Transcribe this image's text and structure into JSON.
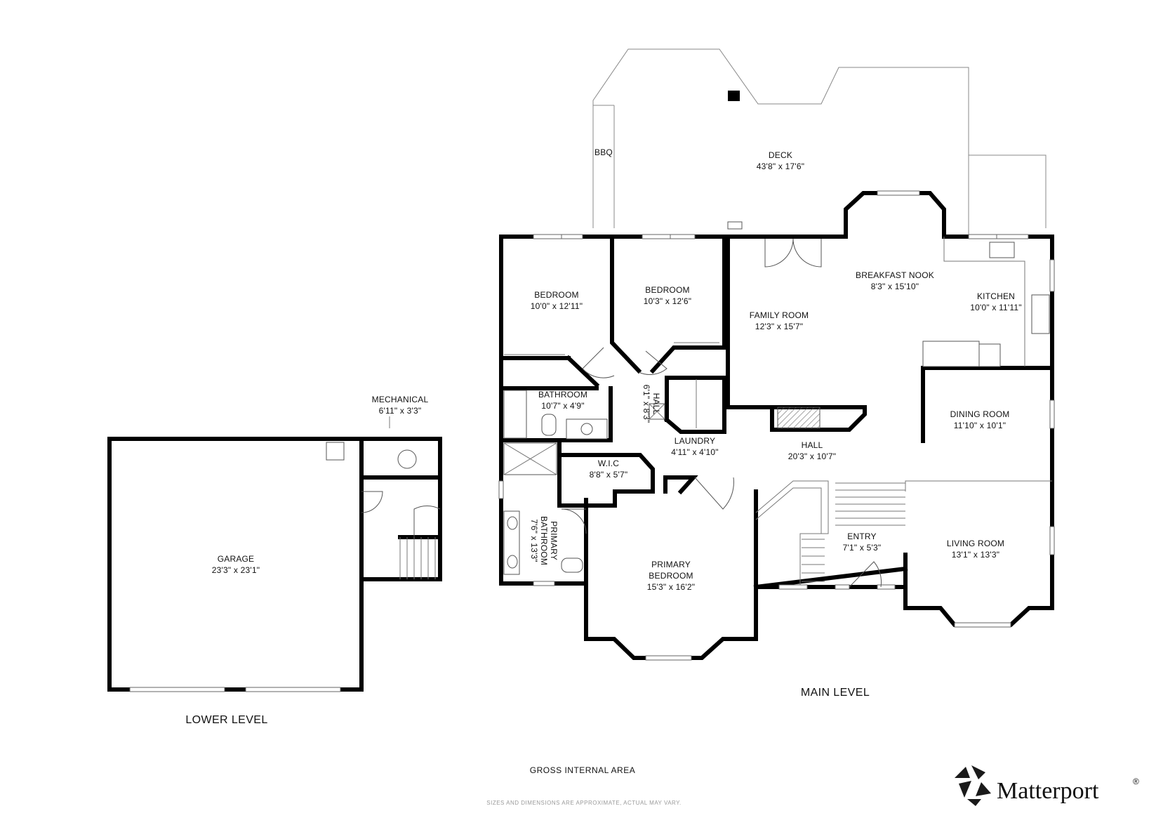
{
  "rooms": {
    "deck": {
      "name": "DECK",
      "dim": "43'8\" x 17'6\""
    },
    "bbq": {
      "name": "BBQ"
    },
    "bedroom1": {
      "name": "BEDROOM",
      "dim": "10'0\" x 12'11\""
    },
    "bedroom2": {
      "name": "BEDROOM",
      "dim": "10'3\" x 12'6\""
    },
    "family_room": {
      "name": "FAMILY ROOM",
      "dim": "12'3\" x 15'7\""
    },
    "breakfast_nook": {
      "name": "BREAKFAST NOOK",
      "dim": "8'3\" x 15'10\""
    },
    "kitchen": {
      "name": "KITCHEN",
      "dim": "10'0\" x 11'11\""
    },
    "bathroom": {
      "name": "BATHROOM",
      "dim": "10'7\" x 4'9\""
    },
    "hall_small": {
      "name": "HALL",
      "dim": "6'1\" x 8'3\""
    },
    "dining_room": {
      "name": "DINING ROOM",
      "dim": "11'10\" x 10'1\""
    },
    "laundry": {
      "name": "LAUNDRY",
      "dim": "4'11\" x 4'10\""
    },
    "hall": {
      "name": "HALL",
      "dim": "20'3\" x 10'7\""
    },
    "wic": {
      "name": "W.I.C",
      "dim": "8'8\" x 5'7\""
    },
    "primary_bathroom": {
      "name1": "PRIMARY",
      "name2": "BATHROOM",
      "dim": "7'6\" x 13'3\""
    },
    "entry": {
      "name": "ENTRY",
      "dim": "7'1\" x 5'3\""
    },
    "living_room": {
      "name": "LIVING ROOM",
      "dim": "13'1\" x 13'3\""
    },
    "primary_bedroom": {
      "name1": "PRIMARY",
      "name2": "BEDROOM",
      "dim": "15'3\" x 16'2\""
    },
    "mechanical": {
      "name": "MECHANICAL",
      "dim": "6'11\" x 3'3\""
    },
    "garage": {
      "name": "GARAGE",
      "dim": "23'3\" x 23'1\""
    }
  },
  "levels": {
    "main": "MAIN LEVEL",
    "lower": "LOWER LEVEL"
  },
  "footer": {
    "gross_area": "GROSS INTERNAL AREA",
    "disclaimer": "SIZES AND DIMENSIONS ARE APPROXIMATE, ACTUAL MAY VARY."
  },
  "brand": {
    "name": "Matterport",
    "mark": "®"
  }
}
